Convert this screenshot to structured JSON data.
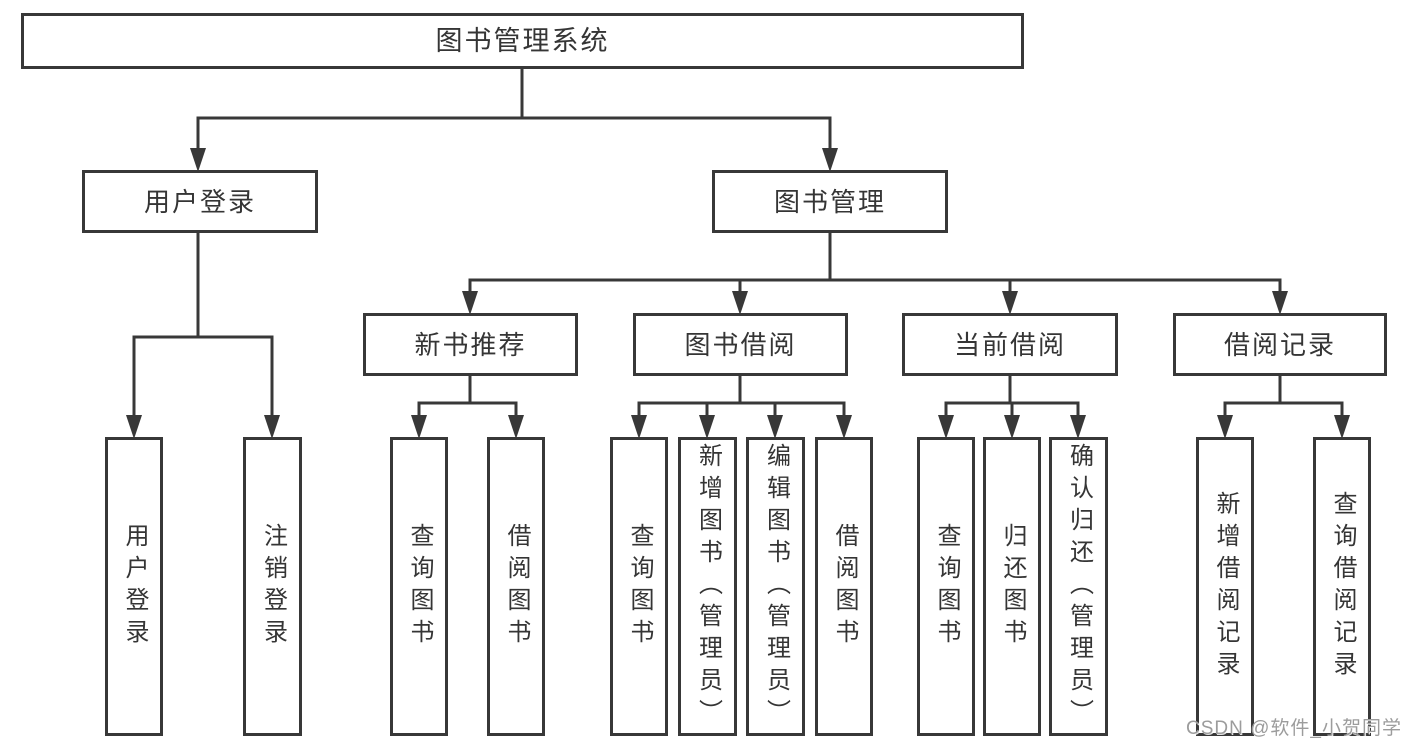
{
  "diagram": {
    "title": "图书管理系统",
    "root": {
      "label": "图书管理系统"
    },
    "level1": [
      {
        "label": "用户登录"
      },
      {
        "label": "图书管理"
      }
    ],
    "level2": [
      {
        "label": "新书推荐"
      },
      {
        "label": "图书借阅"
      },
      {
        "label": "当前借阅"
      },
      {
        "label": "借阅记录"
      }
    ],
    "leaves": {
      "user_login": [
        "用户登录",
        "注销登录"
      ],
      "new_book": [
        "查询图书",
        "借阅图书"
      ],
      "book_borrow": [
        "查询图书",
        "新增图书（管理员）",
        "编辑图书（管理员）",
        "借阅图书"
      ],
      "current_borrow": [
        "查询图书",
        "归还图书",
        "确认归还（管理员）"
      ],
      "borrow_record": [
        "新增借阅记录",
        "查询借阅记录"
      ]
    }
  },
  "watermark": {
    "text": "CSDN @软件_小贺同学"
  },
  "colors": {
    "line": "#383838",
    "text": "#353535",
    "background": "#ffffff",
    "watermark": "#9c9c9c"
  }
}
